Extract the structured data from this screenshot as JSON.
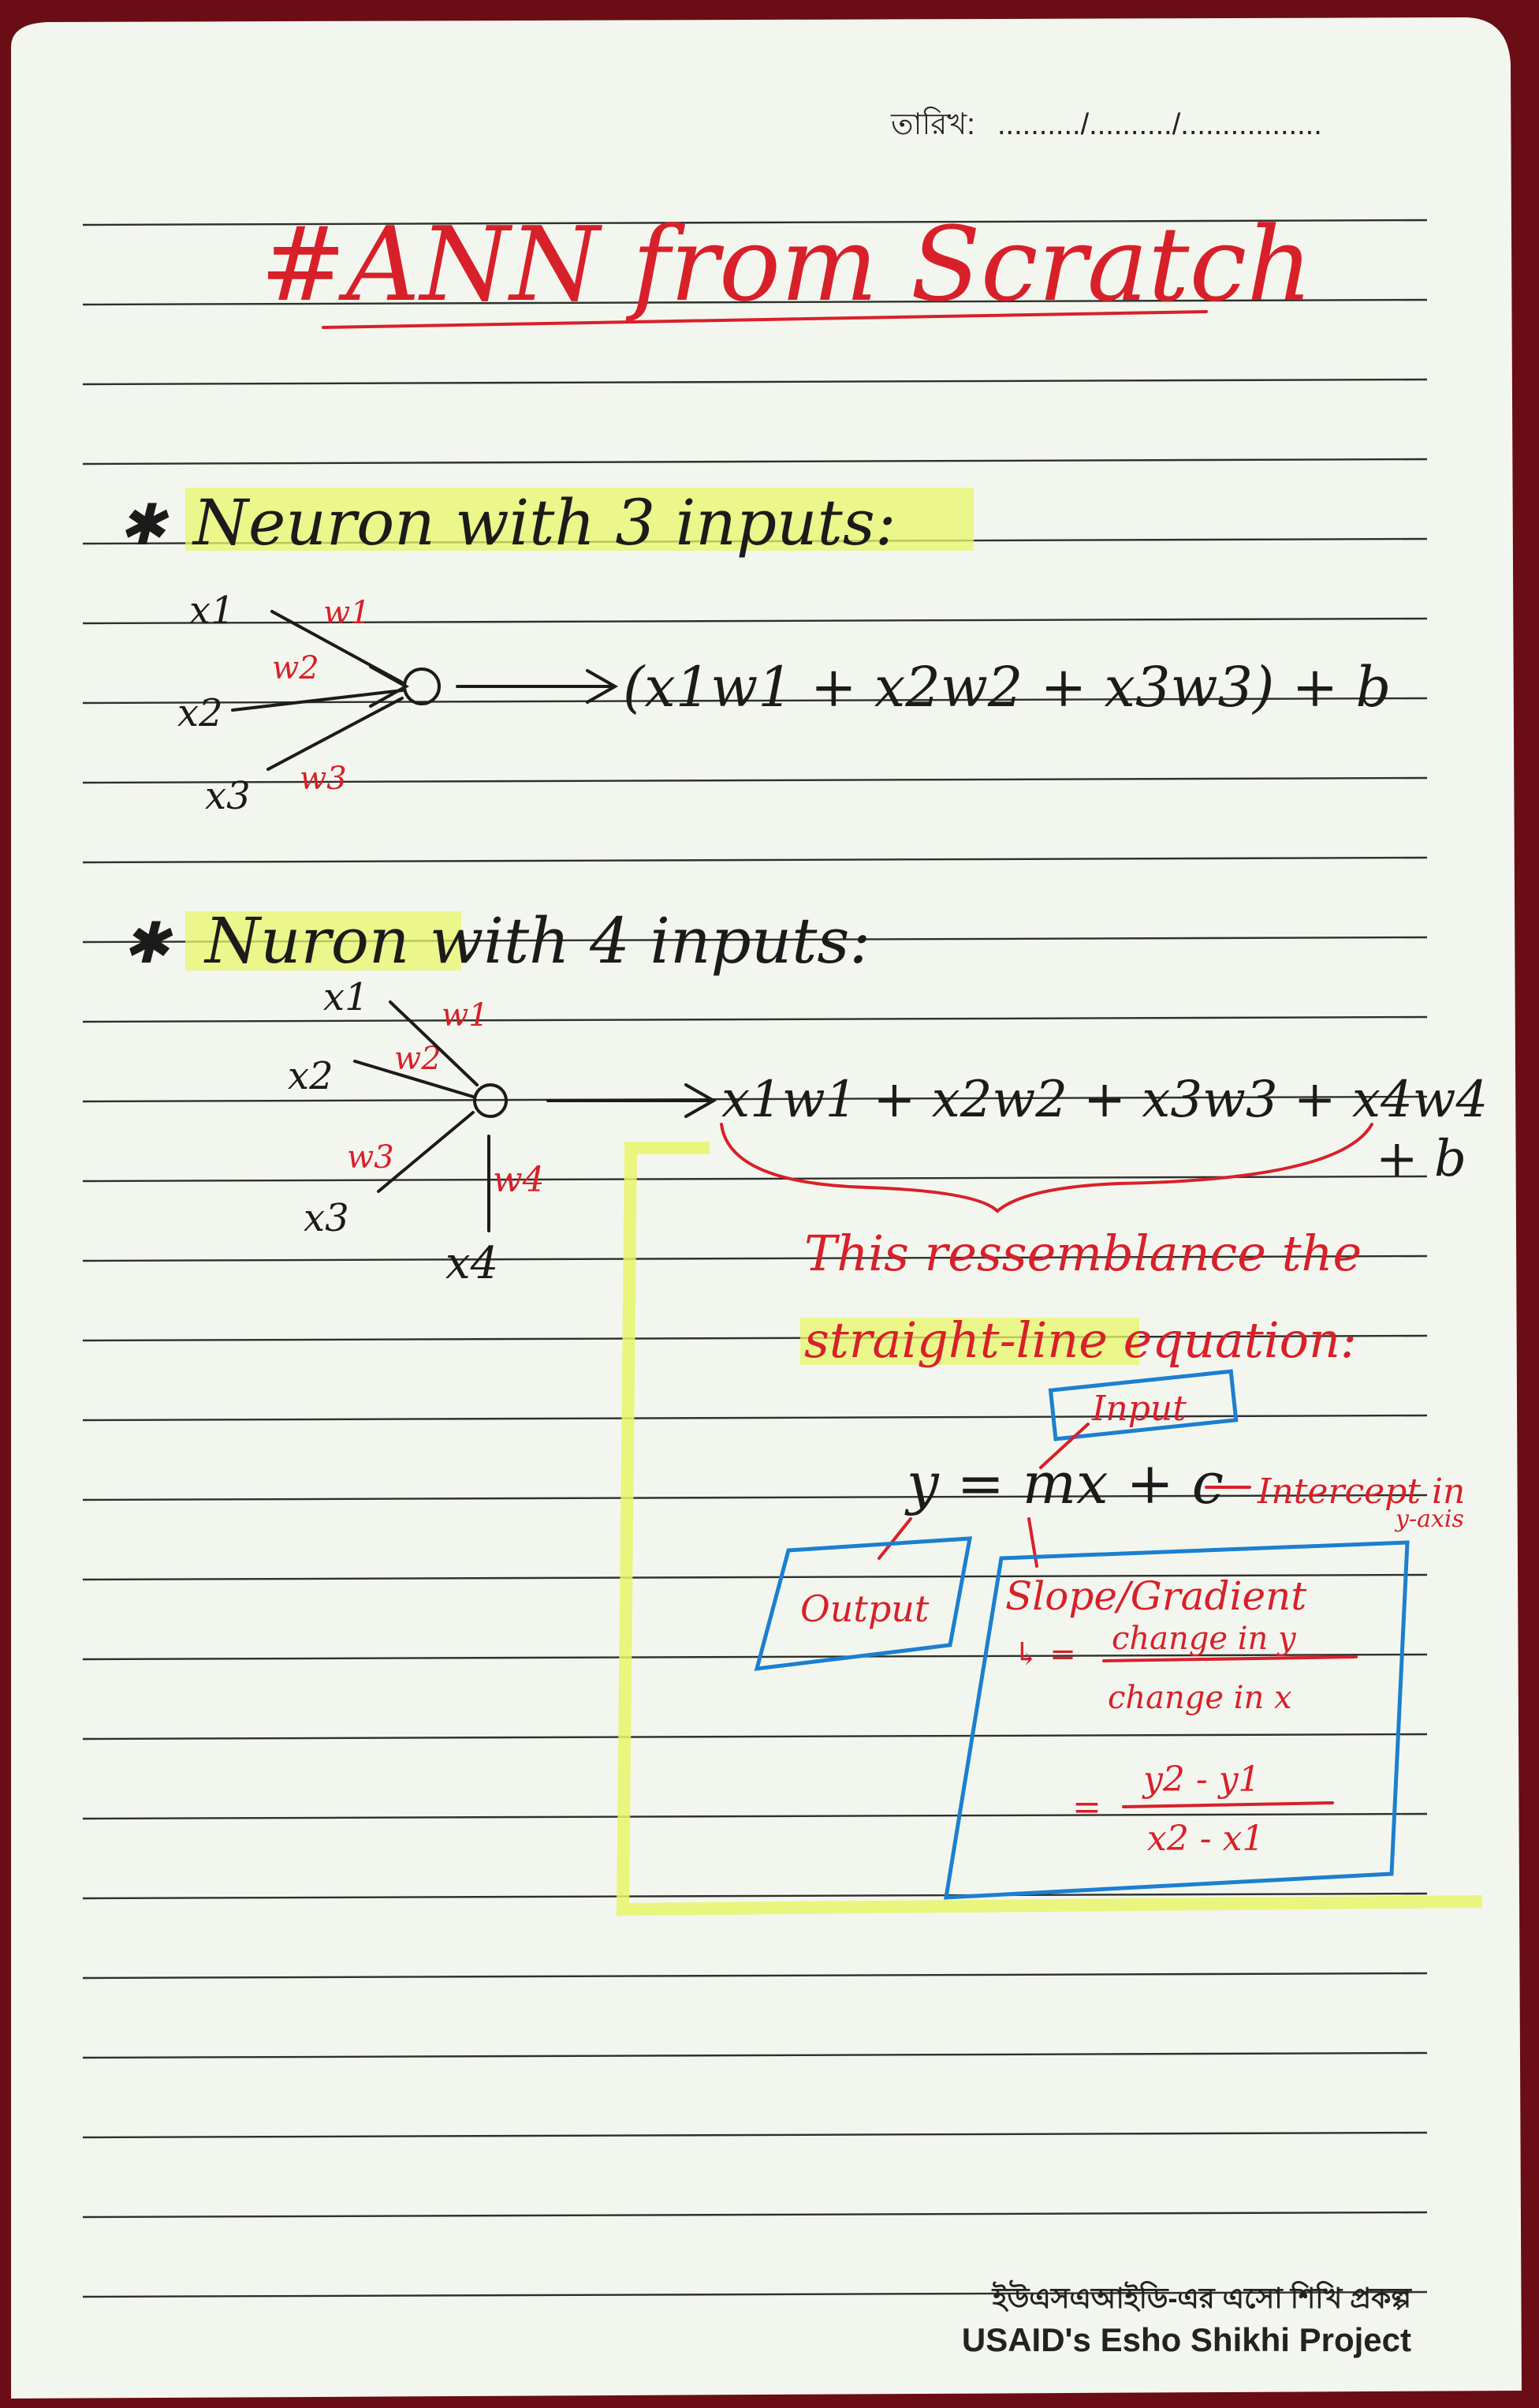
{
  "header": {
    "date_label": "তারিখ:",
    "date_placeholder": "........../........../................."
  },
  "title": "#ANN from Scratch",
  "section1": {
    "heading": "Neuron with 3 inputs:",
    "inputs": [
      "x1",
      "x2",
      "x3"
    ],
    "weights": [
      "w1",
      "w2",
      "w3"
    ],
    "formula": "(x1w1 + x2w2 + x3w3) + b"
  },
  "section2": {
    "heading": "Nuron with 4 inputs:",
    "inputs": [
      "x1",
      "x2",
      "x3",
      "x4"
    ],
    "weights": [
      "w1",
      "w2",
      "w3",
      "w4"
    ],
    "formula": "x1w1 + x2w2 + x3w3 + x4w4",
    "bias": "+ b"
  },
  "note": {
    "line1": "This ressemblance the",
    "line2": "straight-line equation:",
    "equation": "y = mx + c",
    "input_label": "Input",
    "intercept_label": "Intercept in",
    "intercept_axis": "y-axis",
    "output_label": "Output",
    "slope_title": "Slope/Gradient",
    "slope_line1_num": "change in y",
    "slope_line1_den": "change in x",
    "slope_line2_num": "y2 - y1",
    "slope_line2_den": "x2 - x1"
  },
  "footer": {
    "bangla": "ইউএসএআইডি-এর এসো শিখি প্রকল্প",
    "english": "USAID's Esho Shikhi Project"
  },
  "colors": {
    "paper": "#f3f6ee",
    "ink_black": "#1b1b1b",
    "ink_red": "#d8202a",
    "highlight": "#e8f56a",
    "blue_box": "#1c7fd0",
    "background": "#6a0d14"
  }
}
